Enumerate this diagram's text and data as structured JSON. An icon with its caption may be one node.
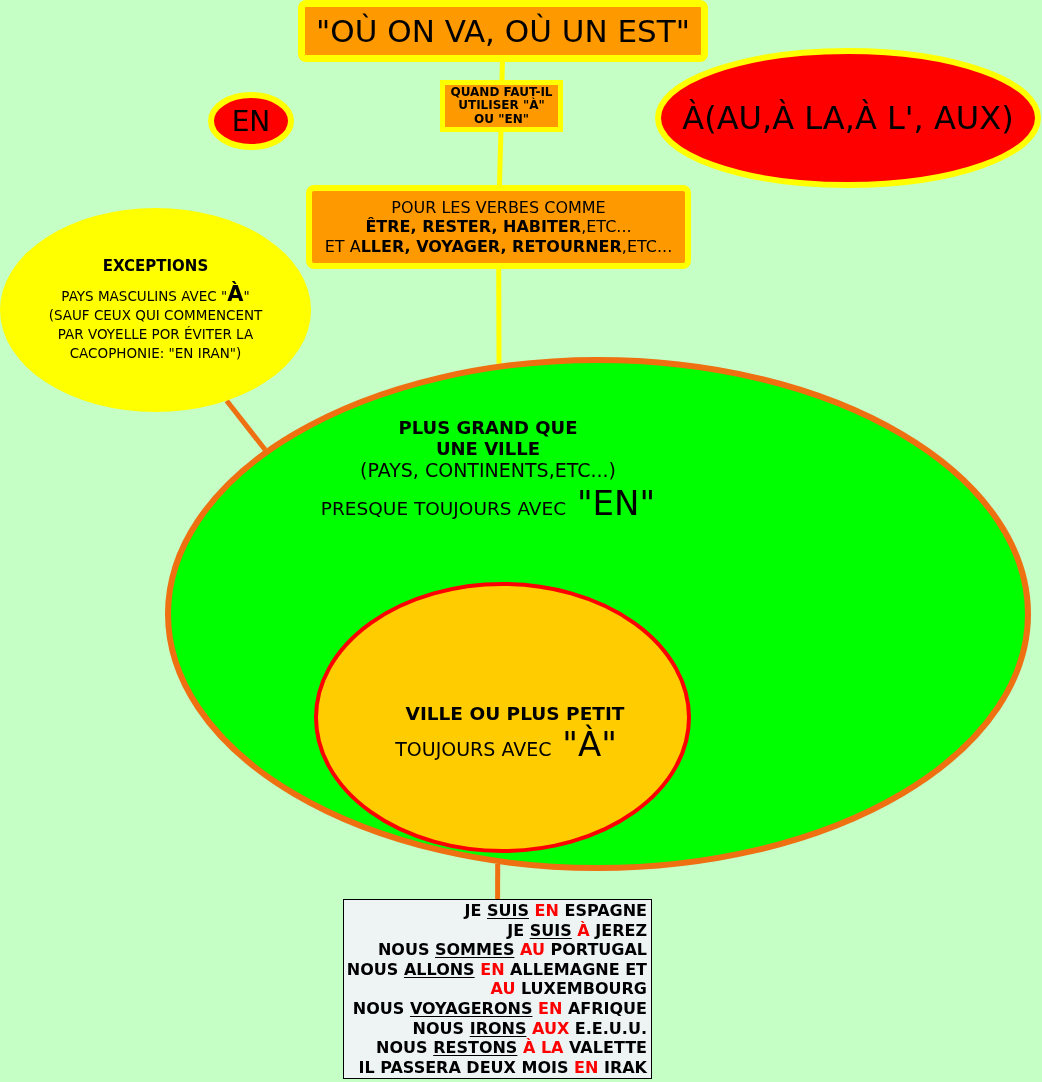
{
  "diagram": {
    "nodes": [
      {
        "text": [
          "\"OÙ ON VA, OÙ UN EST\""
        ]
      },
      {
        "text": [
          "QUAND FAUT-IL UTILISER \"À\" OU \"EN\""
        ]
      },
      {
        "text": [
          "EN"
        ]
      },
      {
        "text": [
          "À(AU,À LA,À L', AUX)"
        ]
      },
      {
        "text": [
          "POUR LES VERBES COMME",
          "**ÊTRE, RESTER, HABITER**,ETC...",
          "ET A**LLER, VOYAGER, RETOURNER**,ETC..."
        ]
      },
      {
        "text": [
          "EXCEPTIONS",
          "PAYS MASCULINS AVEC \"**À**\" (SAUF CEUX QUI COMMENCENT PAR VOYELLE POR ÉVITER LA CACOPHONIE: \"EN IRAN\")"
        ]
      },
      {
        "text": [
          "PLUS GRAND QUE UNE VILLE",
          "(PAYS, CONTINENTS,ETC...)",
          "PRESQUE TOUJOURS AVEC \"EN\""
        ]
      },
      {
        "text": [
          "VILLE OU PLUS PETIT",
          "TOUJOURS AVEC \"À\""
        ],
        "in": 6
      },
      {
        "text": [
          "JE **SUIS** *EN* ESPAGNE",
          "JE **SUIS** *À* JEREZ",
          "NOUS **SOMMES** *AU* PORTUGAL",
          "NOUS **ALLONS** *EN* ALLEMAGNE ET *AU* LUXEMBOURG",
          "NOUS **VOYAGERONS** *EN* AFRIQUE",
          "NOUS **IRONS** *AUX* E.E.U.U.",
          "NOUS **RESTONS** *À LA* VALETTE",
          "IL PASSERA DEUX MOIS *EN* IRAK"
        ]
      }
    ],
    "edges": [
      {
        "from": 0,
        "to": 1,
        "arrow": "none"
      },
      {
        "from": 1,
        "to": 4,
        "arrow": "none"
      },
      {
        "from": 4,
        "to": 6,
        "arrow": "none"
      },
      {
        "from": 5,
        "to": 6,
        "arrow": "none",
        "color": "#ee7010"
      },
      {
        "from": 6,
        "to": 8,
        "arrow": "none",
        "color": "#ee7010"
      }
    ]
  }
}
